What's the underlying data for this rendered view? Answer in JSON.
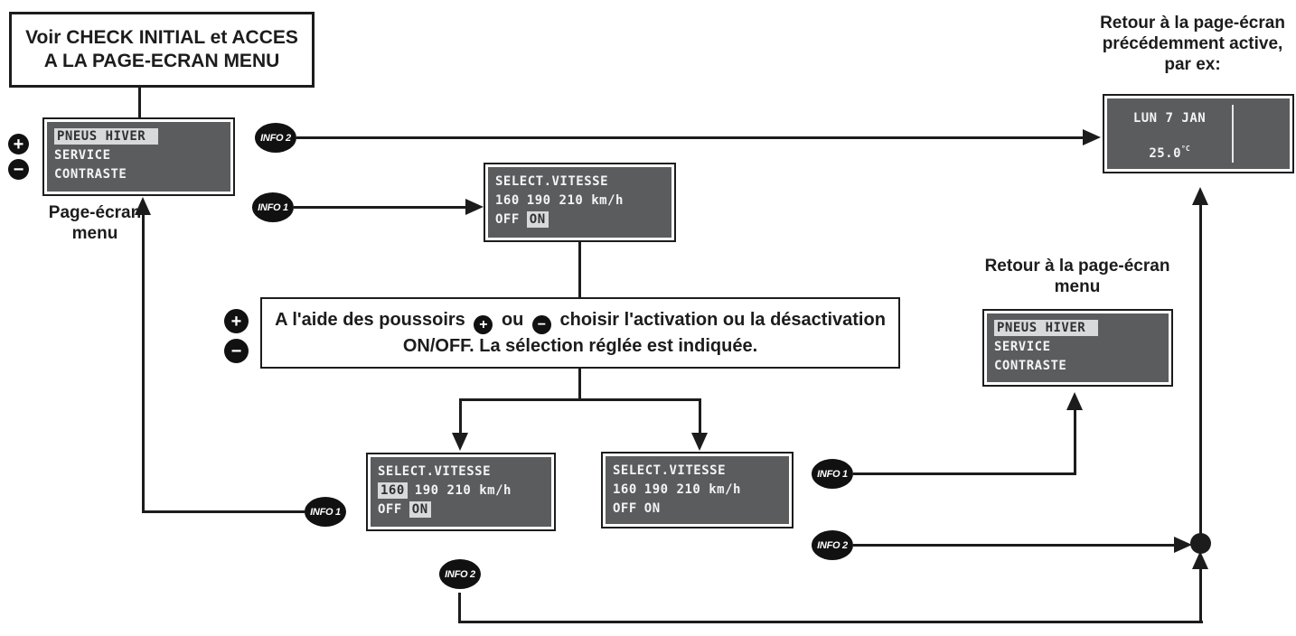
{
  "diagram": {
    "top_box": {
      "l1": "Voir CHECK INITIAL et ACCES",
      "l2": "A LA PAGE-ECRAN MENU"
    },
    "labels": {
      "page_ecran_menu_l1": "Page-écran",
      "page_ecran_menu_l2": "menu",
      "retour_active_l1": "Retour à la page-écran",
      "retour_active_l2": "précédemment active,",
      "retour_active_l3": "par ex:",
      "retour_menu_l1": "Retour à la page-écran",
      "retour_menu_l2": "menu"
    },
    "instruction": {
      "p1": "A l'aide des poussoirs",
      "p2": "ou",
      "p3": "choisir l'activation ou la désactivation",
      "l2": "ON/OFF. La sélection réglée est indiquée."
    },
    "buttons": {
      "plus": "+",
      "minus": "−",
      "info1": "INFO 1",
      "info2": "INFO 2"
    },
    "screens": {
      "menu1": {
        "item1": "PNEUS HIVER",
        "item2": "SERVICE",
        "item3": "CONTRASTE"
      },
      "menu2": {
        "item1": "PNEUS HIVER",
        "item2": "SERVICE",
        "item3": "CONTRASTE"
      },
      "vitesse_on": {
        "l1": "SELECT.VITESSE",
        "l2a": "160",
        "l2b": "190 210 km/h",
        "l3a": "OFF",
        "l3b": "ON"
      },
      "vitesse_set": {
        "l1": "SELECT.VITESSE",
        "l2a": "160",
        "l2b": "190 210 km/h",
        "l3a": "OFF",
        "l3b": "ON"
      },
      "vitesse_off": {
        "l1": "SELECT.VITESSE",
        "l2a": "160",
        "l2b": "190 210 km/h",
        "l3a": "OFF",
        "l3b": "ON"
      },
      "clock": {
        "date": "LUN 7 JAN",
        "temp": "25.0",
        "unit": "°C"
      }
    },
    "colors": {
      "ink": "#1c1c1c",
      "lcd_bg": "#5b5c5e",
      "lcd_text": "#f4f4f4",
      "highlight_bg": "#d8d9da",
      "highlight_text": "#2f3031"
    }
  }
}
